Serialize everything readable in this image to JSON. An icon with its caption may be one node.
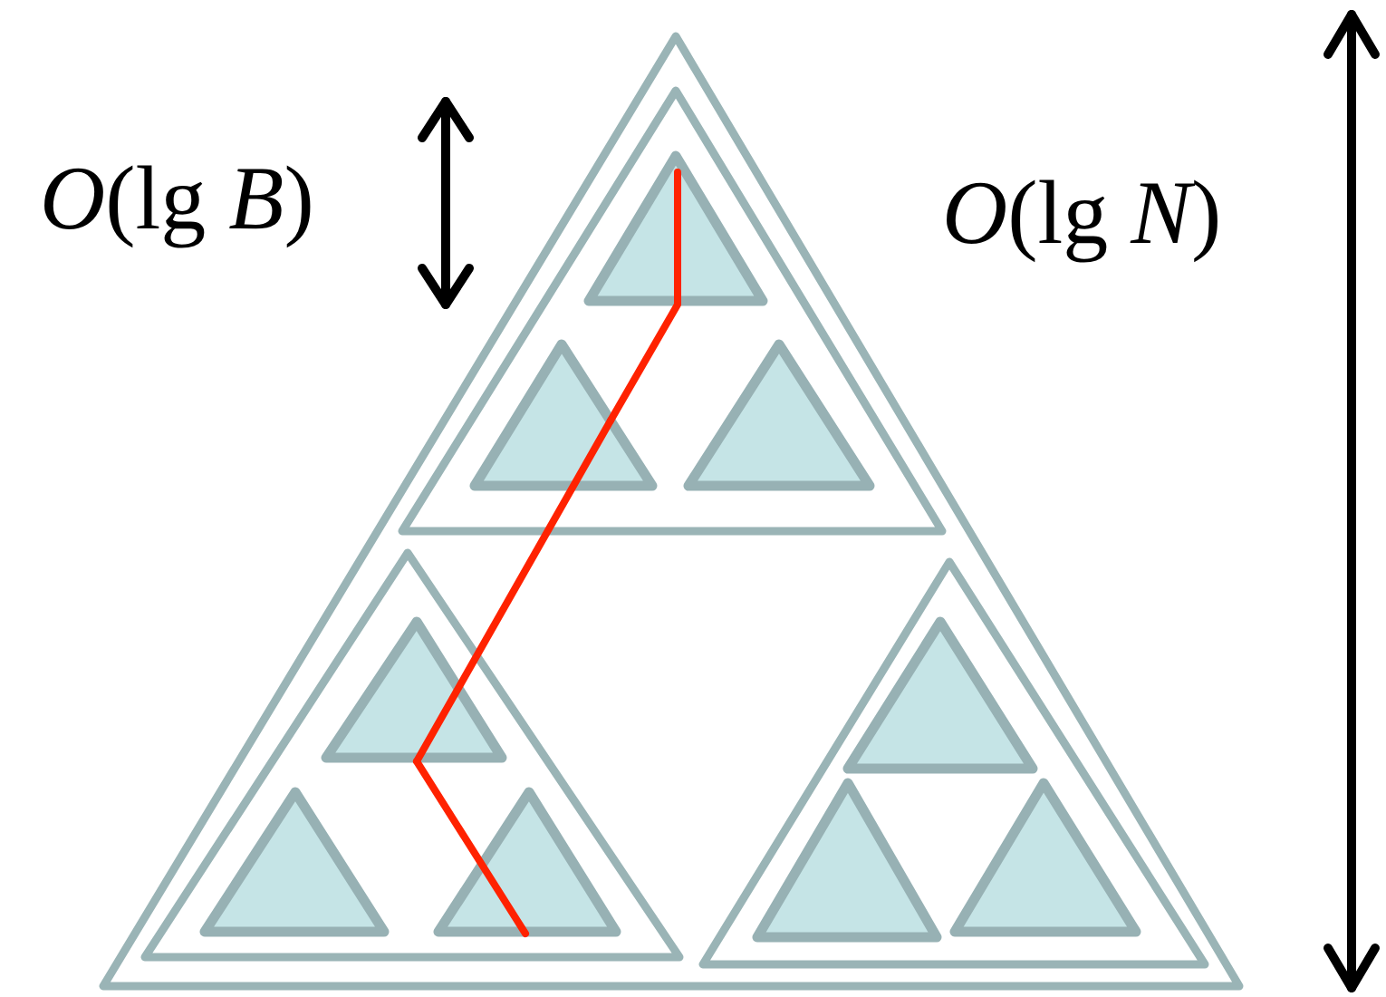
{
  "diagram": {
    "nodes": [
      {
        "text": [],
        "shape": "triangle"
      },
      {
        "text": [],
        "shape": "triangle",
        "in": 0
      },
      {
        "text": [],
        "shape": "triangle",
        "in": 1
      },
      {
        "text": [],
        "shape": "triangle",
        "in": 1
      },
      {
        "text": [],
        "shape": "triangle",
        "in": 1
      },
      {
        "text": [],
        "shape": "triangle",
        "in": 0
      },
      {
        "text": [],
        "shape": "triangle",
        "in": 5
      },
      {
        "text": [],
        "shape": "triangle",
        "in": 5
      },
      {
        "text": [],
        "shape": "triangle",
        "in": 5
      },
      {
        "text": [],
        "shape": "triangle",
        "in": 0
      },
      {
        "text": [],
        "shape": "triangle",
        "in": 9
      },
      {
        "text": [],
        "shape": "triangle",
        "in": 9
      },
      {
        "text": [],
        "shape": "triangle",
        "in": 9
      }
    ],
    "edges": [
      {
        "from": 2,
        "to": 3,
        "arrow": "none",
        "color": "#ff2200"
      },
      {
        "from": 3,
        "to": 6,
        "arrow": "none",
        "color": "#ff2200"
      },
      {
        "from": 6,
        "to": 8,
        "arrow": "none",
        "color": "#ff2200"
      }
    ],
    "labels": [
      "*O*(lg *B*)",
      "*O*(lg *N*)"
    ]
  }
}
